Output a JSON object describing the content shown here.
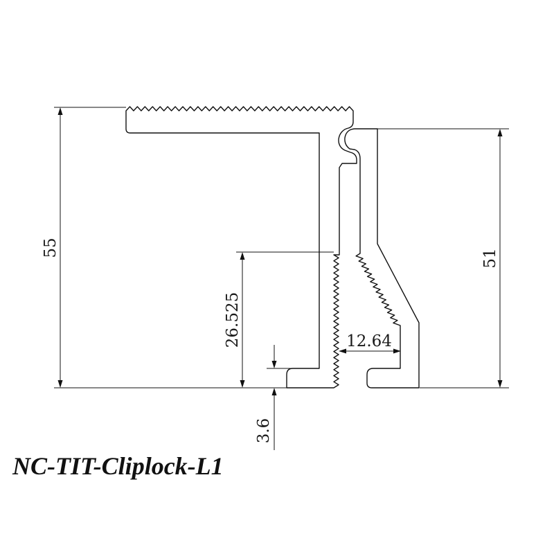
{
  "title": "NC-TIT-Cliplock-L1",
  "dimensions": {
    "overall_height": "55",
    "clip_height": "51",
    "serration_height": "26.525",
    "base_thickness": "3.6",
    "clip_gap": "12.64"
  },
  "colors": {
    "line": "#111111",
    "background": "#ffffff"
  }
}
